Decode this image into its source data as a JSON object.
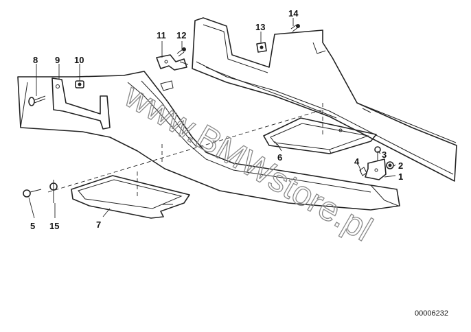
{
  "watermark": "www.BMWstore.pl",
  "reference_code": "00006232",
  "callouts": [
    {
      "id": "c8",
      "text": "8"
    },
    {
      "id": "c9",
      "text": "9"
    },
    {
      "id": "c10",
      "text": "10"
    },
    {
      "id": "c11",
      "text": "11"
    },
    {
      "id": "c12",
      "text": "12"
    },
    {
      "id": "c13",
      "text": "13"
    },
    {
      "id": "c14",
      "text": "14"
    },
    {
      "id": "c3",
      "text": "3"
    },
    {
      "id": "c4",
      "text": "4"
    },
    {
      "id": "c2",
      "text": "2"
    },
    {
      "id": "c1",
      "text": "1"
    },
    {
      "id": "c6",
      "text": "6"
    },
    {
      "id": "c5",
      "text": "5"
    },
    {
      "id": "c15",
      "text": "15"
    },
    {
      "id": "c7",
      "text": "7"
    }
  ]
}
